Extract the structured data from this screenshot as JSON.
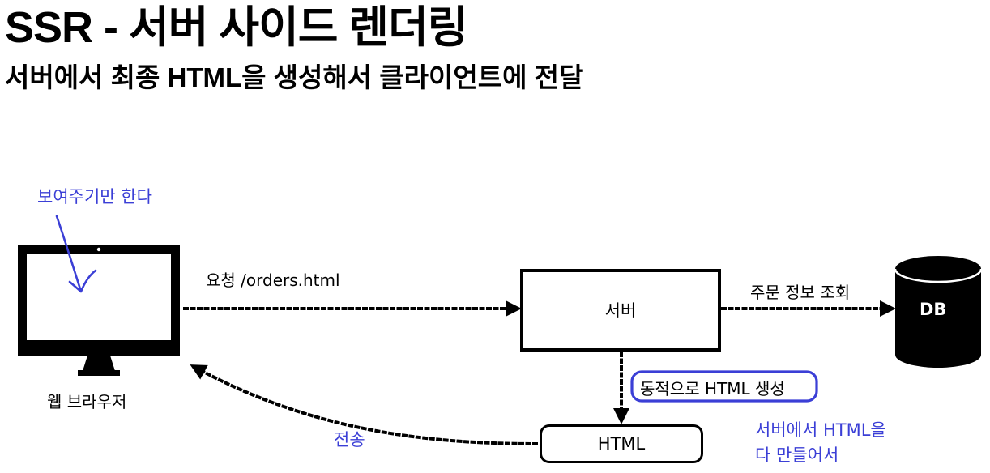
{
  "title": "SSR - 서버 사이드 렌더링",
  "subtitle": "서버에서 최종 HTML을 생성해서 클라이언트에 전달",
  "browser": {
    "label": "웹 브라우저",
    "note": "보여주기만 한다"
  },
  "server": {
    "label": "서버"
  },
  "db": {
    "label": "DB"
  },
  "html_box": {
    "label": "HTML"
  },
  "arrows": {
    "request": "요청 /orders.html",
    "order_lookup": "주문 정보 조회",
    "generate": "동적으로 HTML 생성",
    "send": "전송"
  },
  "annotation": {
    "line1": "서버에서 HTML을",
    "line2": "다 만들어서"
  },
  "colors": {
    "ink": "#000000",
    "annotation": "#3b3fd6"
  }
}
